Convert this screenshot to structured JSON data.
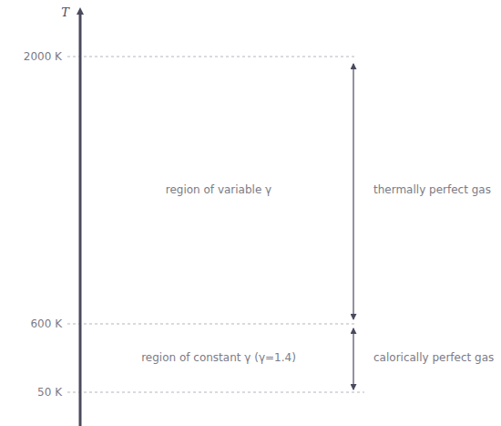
{
  "diagram": {
    "labels": [
      "T",
      "2000 K",
      "600 K",
      "50 K",
      "region of variable γ",
      "thermally perfect gas",
      "region of constant γ (γ=1.4)",
      "calorically perfect gas"
    ]
  }
}
